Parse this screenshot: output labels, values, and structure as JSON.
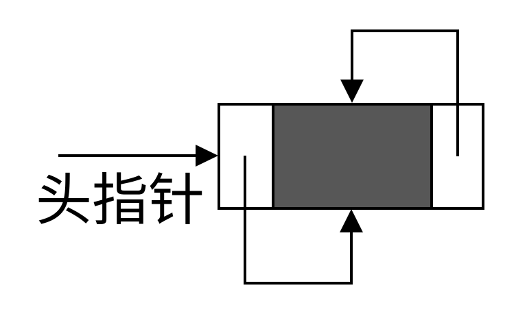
{
  "diagram": {
    "label": "头指针",
    "node": {
      "field_names": [
        "prev-pointer-cell",
        "data-cell",
        "next-pointer-cell"
      ]
    },
    "arrows": {
      "head": "head-pointer-arrow",
      "top_loop": "next-pointer-self-loop",
      "bottom_loop": "prev-pointer-self-loop"
    },
    "colors": {
      "line": "#000000",
      "data_fill": "#575757",
      "background": "#ffffff"
    }
  }
}
